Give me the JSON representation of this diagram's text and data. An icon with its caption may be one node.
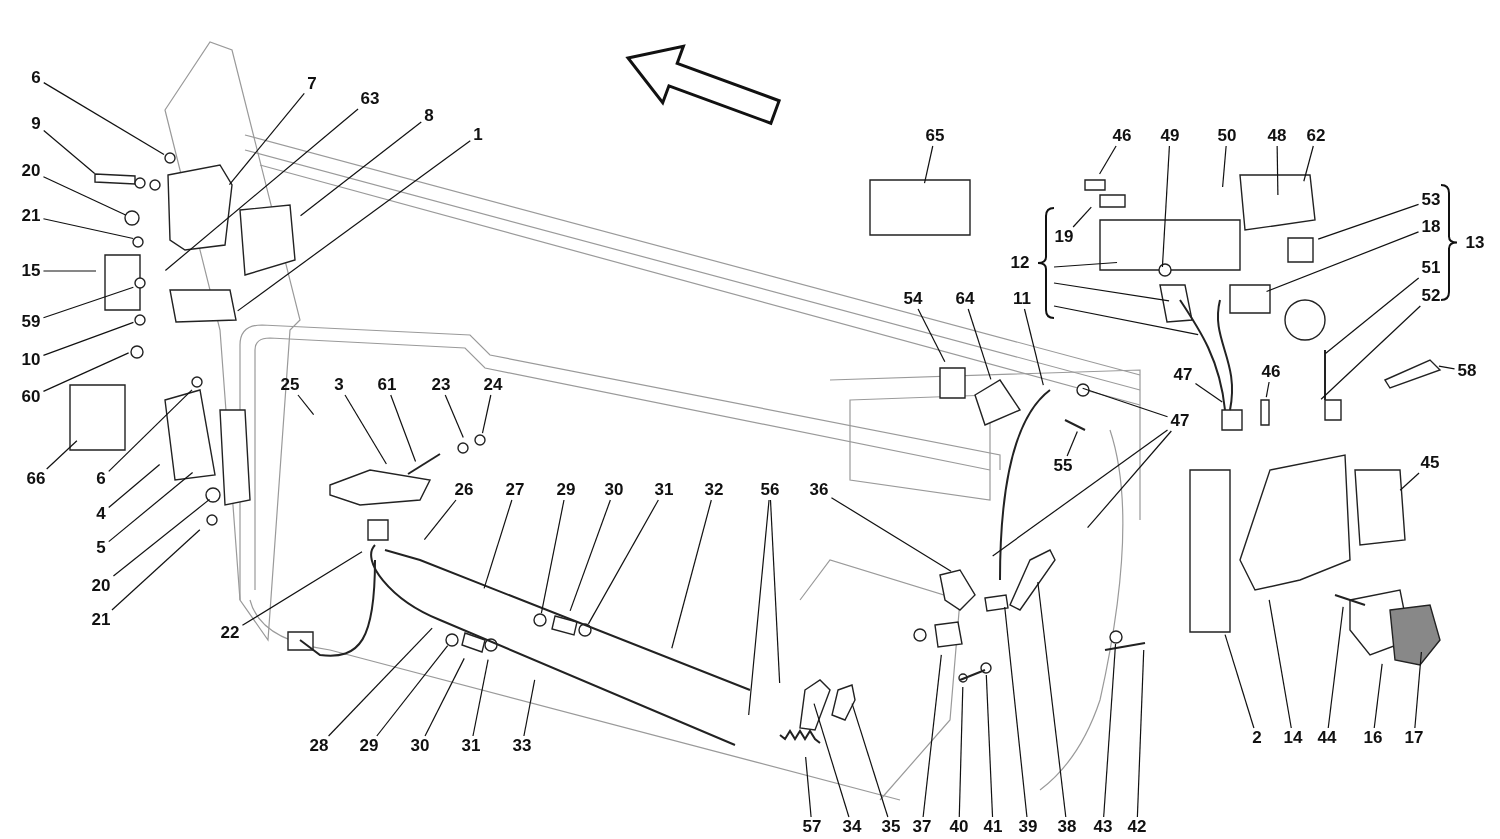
{
  "diagram": {
    "nodes": [
      {
        "text": [
          "6"
        ]
      },
      {
        "text": [
          "7"
        ]
      },
      {
        "text": [
          "63"
        ]
      },
      {
        "text": [
          "8"
        ]
      },
      {
        "text": [
          "1"
        ]
      },
      {
        "text": [
          "9"
        ]
      },
      {
        "text": [
          "20"
        ]
      },
      {
        "text": [
          "21"
        ]
      },
      {
        "text": [
          "15"
        ]
      },
      {
        "text": [
          "59"
        ]
      },
      {
        "text": [
          "10"
        ]
      },
      {
        "text": [
          "60"
        ]
      },
      {
        "text": [
          "66"
        ]
      },
      {
        "text": [
          "6"
        ]
      },
      {
        "text": [
          "4"
        ]
      },
      {
        "text": [
          "5"
        ]
      },
      {
        "text": [
          "20"
        ]
      },
      {
        "text": [
          "21"
        ]
      },
      {
        "text": [
          "25"
        ]
      },
      {
        "text": [
          "3"
        ]
      },
      {
        "text": [
          "61"
        ]
      },
      {
        "text": [
          "23"
        ]
      },
      {
        "text": [
          "24"
        ]
      },
      {
        "text": [
          "26"
        ]
      },
      {
        "text": [
          "27"
        ]
      },
      {
        "text": [
          "29"
        ]
      },
      {
        "text": [
          "30"
        ]
      },
      {
        "text": [
          "31"
        ]
      },
      {
        "text": [
          "32"
        ]
      },
      {
        "text": [
          "56"
        ]
      },
      {
        "text": [
          "36"
        ]
      },
      {
        "text": [
          "22"
        ]
      },
      {
        "text": [
          "28"
        ]
      },
      {
        "text": [
          "29"
        ]
      },
      {
        "text": [
          "30"
        ]
      },
      {
        "text": [
          "31"
        ]
      },
      {
        "text": [
          "33"
        ]
      },
      {
        "text": [
          "57"
        ]
      },
      {
        "text": [
          "34"
        ]
      },
      {
        "text": [
          "35"
        ]
      },
      {
        "text": [
          "37"
        ]
      },
      {
        "text": [
          "40"
        ]
      },
      {
        "text": [
          "41"
        ]
      },
      {
        "text": [
          "39"
        ]
      },
      {
        "text": [
          "38"
        ]
      },
      {
        "text": [
          "43"
        ]
      },
      {
        "text": [
          "42"
        ]
      },
      {
        "text": [
          "2"
        ]
      },
      {
        "text": [
          "14"
        ]
      },
      {
        "text": [
          "44"
        ]
      },
      {
        "text": [
          "16"
        ]
      },
      {
        "text": [
          "17"
        ]
      },
      {
        "text": [
          "45"
        ]
      },
      {
        "text": [
          "65"
        ]
      },
      {
        "text": [
          "54"
        ]
      },
      {
        "text": [
          "64"
        ]
      },
      {
        "text": [
          "11"
        ]
      },
      {
        "text": [
          "55"
        ]
      },
      {
        "text": [
          "47"
        ]
      },
      {
        "text": [
          "47"
        ]
      },
      {
        "text": [
          "46"
        ]
      },
      {
        "text": [
          "58"
        ]
      },
      {
        "text": [
          "52"
        ]
      },
      {
        "text": [
          "51"
        ]
      },
      {
        "text": [
          "13"
        ]
      },
      {
        "text": [
          "18"
        ]
      },
      {
        "text": [
          "53"
        ]
      },
      {
        "text": [
          "62"
        ]
      },
      {
        "text": [
          "48"
        ]
      },
      {
        "text": [
          "50"
        ]
      },
      {
        "text": [
          "49"
        ]
      },
      {
        "text": [
          "46"
        ]
      },
      {
        "text": [
          "19"
        ]
      },
      {
        "text": [
          "12"
        ]
      }
    ],
    "edges": [
      {
        "from": 0,
        "to": null,
        "arrow": "none"
      },
      {
        "from": 1,
        "to": null,
        "arrow": "none"
      },
      {
        "from": 2,
        "to": null,
        "arrow": "none"
      },
      {
        "from": 3,
        "to": null,
        "arrow": "none"
      },
      {
        "from": 4,
        "to": null,
        "arrow": "none"
      },
      {
        "from": 5,
        "to": null,
        "arrow": "none"
      },
      {
        "from": 6,
        "to": null,
        "arrow": "none"
      },
      {
        "from": 7,
        "to": null,
        "arrow": "none"
      },
      {
        "from": 8,
        "to": null,
        "arrow": "none"
      },
      {
        "from": 9,
        "to": null,
        "arrow": "none"
      },
      {
        "from": 10,
        "to": null,
        "arrow": "none"
      },
      {
        "from": 11,
        "to": null,
        "arrow": "none"
      },
      {
        "from": 12,
        "to": null,
        "arrow": "none"
      },
      {
        "from": 13,
        "to": null,
        "arrow": "none"
      },
      {
        "from": 14,
        "to": null,
        "arrow": "none"
      },
      {
        "from": 15,
        "to": null,
        "arrow": "none"
      },
      {
        "from": 16,
        "to": null,
        "arrow": "none"
      },
      {
        "from": 17,
        "to": null,
        "arrow": "none"
      },
      {
        "from": 18,
        "to": null,
        "arrow": "none"
      },
      {
        "from": 19,
        "to": null,
        "arrow": "none"
      },
      {
        "from": 20,
        "to": null,
        "arrow": "none"
      },
      {
        "from": 21,
        "to": null,
        "arrow": "none"
      },
      {
        "from": 22,
        "to": null,
        "arrow": "none"
      },
      {
        "from": 23,
        "to": null,
        "arrow": "none"
      },
      {
        "from": 24,
        "to": null,
        "arrow": "none"
      },
      {
        "from": 25,
        "to": null,
        "arrow": "none"
      },
      {
        "from": 26,
        "to": null,
        "arrow": "none"
      },
      {
        "from": 27,
        "to": null,
        "arrow": "none"
      },
      {
        "from": 28,
        "to": null,
        "arrow": "none"
      },
      {
        "from": 29,
        "to": null,
        "arrow": "none"
      },
      {
        "from": 29,
        "to": null,
        "arrow": "none"
      },
      {
        "from": 30,
        "to": null,
        "arrow": "none"
      },
      {
        "from": 31,
        "to": null,
        "arrow": "none"
      },
      {
        "from": 32,
        "to": null,
        "arrow": "none"
      },
      {
        "from": 33,
        "to": null,
        "arrow": "none"
      },
      {
        "from": 34,
        "to": null,
        "arrow": "none"
      },
      {
        "from": 35,
        "to": null,
        "arrow": "none"
      },
      {
        "from": 36,
        "to": null,
        "arrow": "none"
      },
      {
        "from": 37,
        "to": null,
        "arrow": "none"
      },
      {
        "from": 38,
        "to": null,
        "arrow": "none"
      },
      {
        "from": 39,
        "to": null,
        "arrow": "none"
      },
      {
        "from": 40,
        "to": null,
        "arrow": "none"
      },
      {
        "from": 41,
        "to": null,
        "arrow": "none"
      },
      {
        "from": 42,
        "to": null,
        "arrow": "none"
      },
      {
        "from": 43,
        "to": null,
        "arrow": "none"
      },
      {
        "from": 44,
        "to": null,
        "arrow": "none"
      },
      {
        "from": 45,
        "to": null,
        "arrow": "none"
      },
      {
        "from": 46,
        "to": null,
        "arrow": "none"
      },
      {
        "from": 47,
        "to": null,
        "arrow": "none"
      },
      {
        "from": 48,
        "to": null,
        "arrow": "none"
      },
      {
        "from": 49,
        "to": null,
        "arrow": "none"
      },
      {
        "from": 50,
        "to": null,
        "arrow": "none"
      },
      {
        "from": 51,
        "to": null,
        "arrow": "none"
      },
      {
        "from": 52,
        "to": null,
        "arrow": "none"
      },
      {
        "from": 53,
        "to": null,
        "arrow": "none"
      },
      {
        "from": 54,
        "to": null,
        "arrow": "none"
      },
      {
        "from": 55,
        "to": null,
        "arrow": "none"
      },
      {
        "from": 56,
        "to": null,
        "arrow": "none"
      },
      {
        "from": 57,
        "to": null,
        "arrow": "none"
      },
      {
        "from": 58,
        "to": null,
        "arrow": "none"
      },
      {
        "from": 58,
        "to": null,
        "arrow": "none"
      },
      {
        "from": 58,
        "to": null,
        "arrow": "none"
      },
      {
        "from": 59,
        "to": null,
        "arrow": "none"
      },
      {
        "from": 60,
        "to": null,
        "arrow": "none"
      },
      {
        "from": 61,
        "to": null,
        "arrow": "none"
      },
      {
        "from": 62,
        "to": null,
        "arrow": "none"
      },
      {
        "from": 63,
        "to": null,
        "arrow": "none"
      },
      {
        "from": 65,
        "to": null,
        "arrow": "none"
      },
      {
        "from": 66,
        "to": null,
        "arrow": "none"
      },
      {
        "from": 67,
        "to": null,
        "arrow": "none"
      },
      {
        "from": 68,
        "to": null,
        "arrow": "none"
      },
      {
        "from": 69,
        "to": null,
        "arrow": "none"
      },
      {
        "from": 70,
        "to": null,
        "arrow": "none"
      },
      {
        "from": 71,
        "to": null,
        "arrow": "none"
      },
      {
        "from": 72,
        "to": null,
        "arrow": "none"
      },
      {
        "from": 73,
        "to": null,
        "arrow": "none"
      },
      {
        "from": 73,
        "to": null,
        "arrow": "none"
      },
      {
        "from": 73,
        "to": null,
        "arrow": "none"
      }
    ]
  }
}
